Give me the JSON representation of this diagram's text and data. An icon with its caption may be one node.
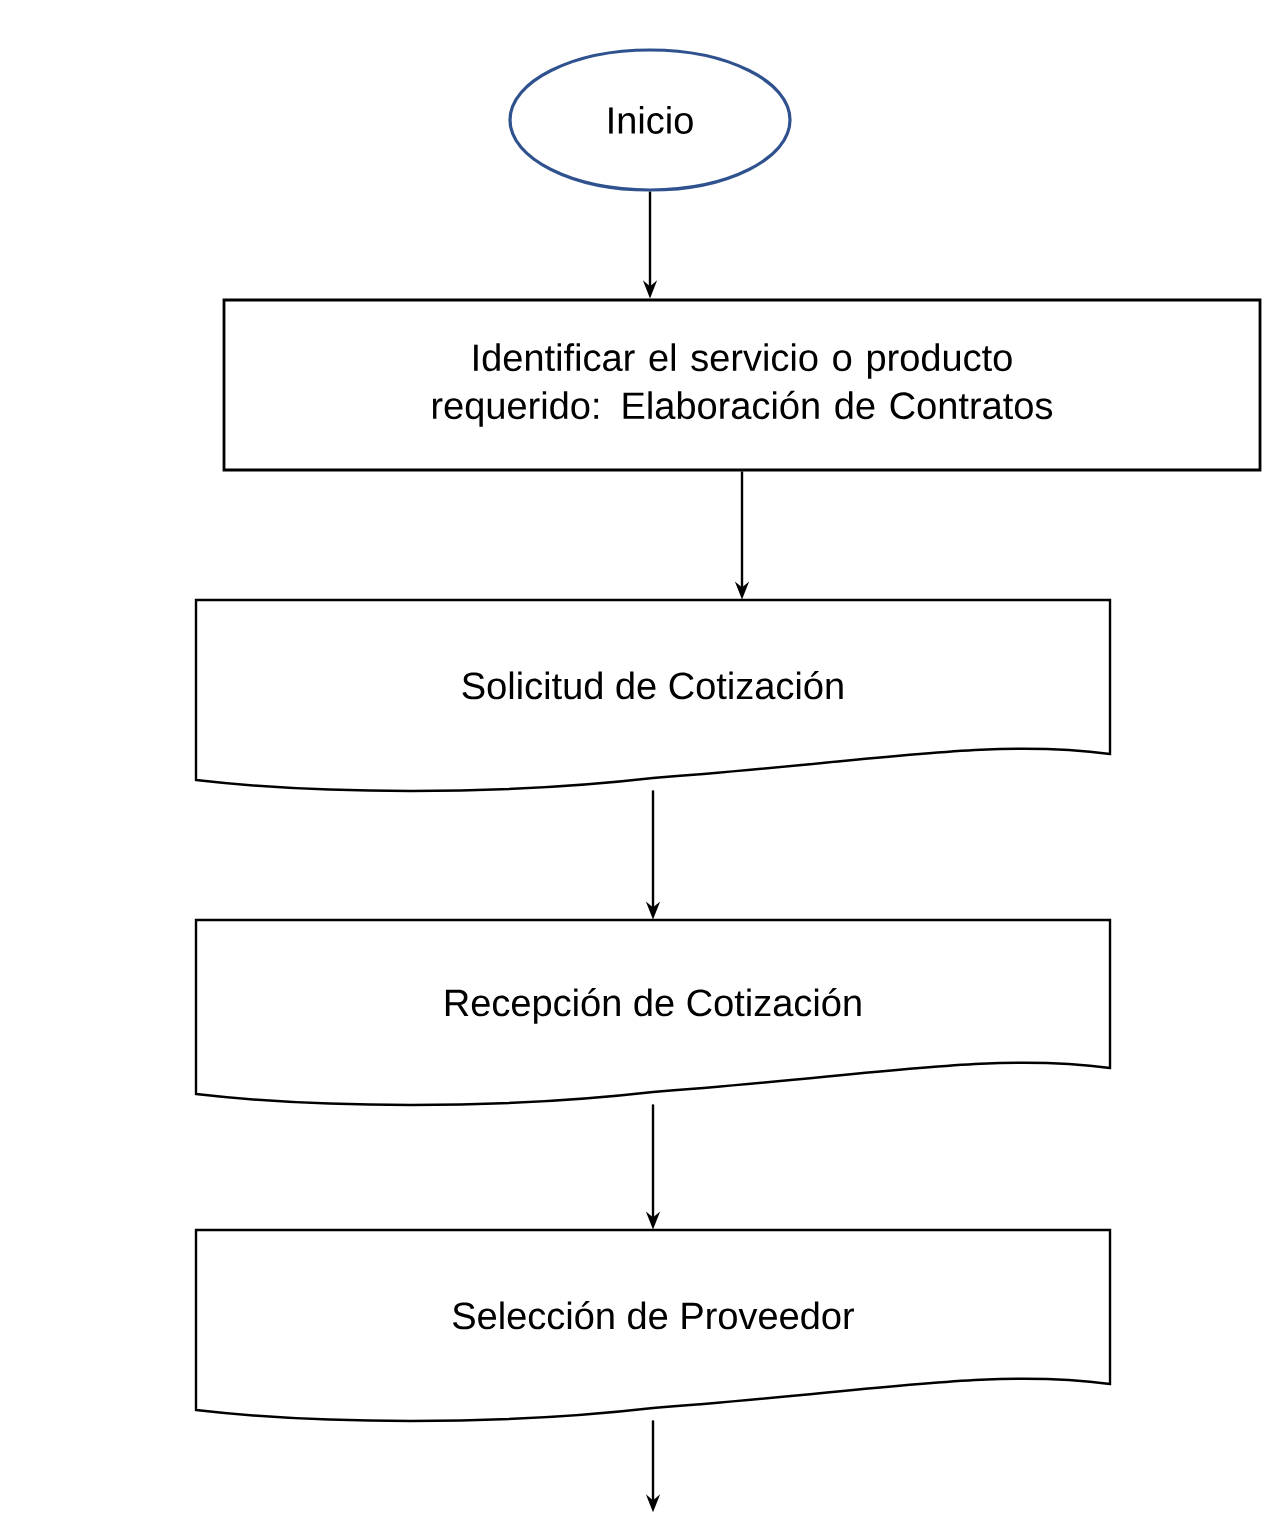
{
  "diagram": {
    "nodes": [
      {
        "text": [
          "Inicio"
        ]
      },
      {
        "text": [
          "Identificar el servicio o producto requerido: Elaboración de Contratos"
        ]
      },
      {
        "text": [
          "Solicitud de Cotización"
        ]
      },
      {
        "text": [
          "Recepción de Cotización"
        ]
      },
      {
        "text": [
          "Selección de Proveedor"
        ]
      }
    ],
    "edges": [
      {
        "from": 0,
        "to": 1,
        "arrow": "to"
      },
      {
        "from": 1,
        "to": 2,
        "arrow": "to"
      },
      {
        "from": 2,
        "to": 3,
        "arrow": "to"
      },
      {
        "from": 3,
        "to": 4,
        "arrow": "to"
      },
      {
        "from": 4,
        "to": null,
        "arrow": "to"
      }
    ]
  }
}
